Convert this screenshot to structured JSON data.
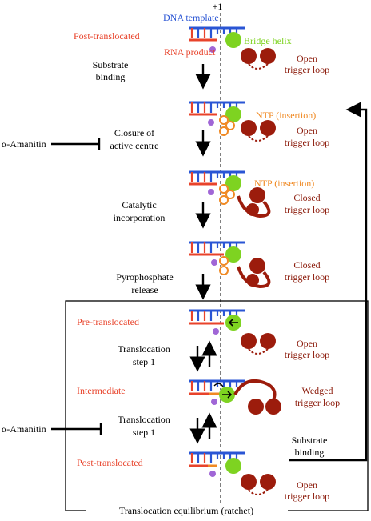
{
  "colors": {
    "dna": "#2a55d4",
    "rna": "#e8432b",
    "bridge": "#7ed321",
    "ntp": "#f08a24",
    "trigger": "#9c1c0c",
    "phosphate": "#a066d6",
    "text_dark": "#000000"
  },
  "top_marker": "+1",
  "labels": {
    "dna_template": "DNA template",
    "post_translocated_top": "Post-translocated",
    "rna_product": "RNA product",
    "bridge_helix": "Bridge helix",
    "open_trigger_1": [
      "Open",
      "trigger loop"
    ],
    "ntp_insertion_1": "NTP (insertion)",
    "open_trigger_2": [
      "Open",
      "trigger loop"
    ],
    "ntp_insertion_2": "NTP (insertion)",
    "closed_trigger_1": [
      "Closed",
      "trigger loop"
    ],
    "closed_trigger_2": [
      "Closed",
      "trigger loop"
    ],
    "pre_translocated": "Pre-translocated",
    "open_trigger_3": [
      "Open",
      "trigger loop"
    ],
    "intermediate": "Intermediate",
    "wedged_trigger": [
      "Wedged",
      "trigger loop"
    ],
    "post_translocated_bottom": "Post-translocated",
    "open_trigger_4": [
      "Open",
      "trigger loop"
    ]
  },
  "steps": {
    "substrate_binding": [
      "Substrate",
      "binding"
    ],
    "closure": [
      "Closure of",
      "active centre"
    ],
    "catalytic": [
      "Catalytic",
      "incorporation"
    ],
    "pyrophosphate": [
      "Pyrophosphate",
      "release"
    ],
    "translocation_1a": [
      "Translocation",
      "step 1"
    ],
    "translocation_1b": [
      "Translocation",
      "step 1"
    ],
    "substrate_binding_loop": [
      "Substrate",
      "binding"
    ]
  },
  "inhibitors": {
    "amanitin_top": "α-Amanitin",
    "amanitin_bottom": "α-Amanitin"
  },
  "box_caption": "Translocation equilibrium (ratchet)"
}
